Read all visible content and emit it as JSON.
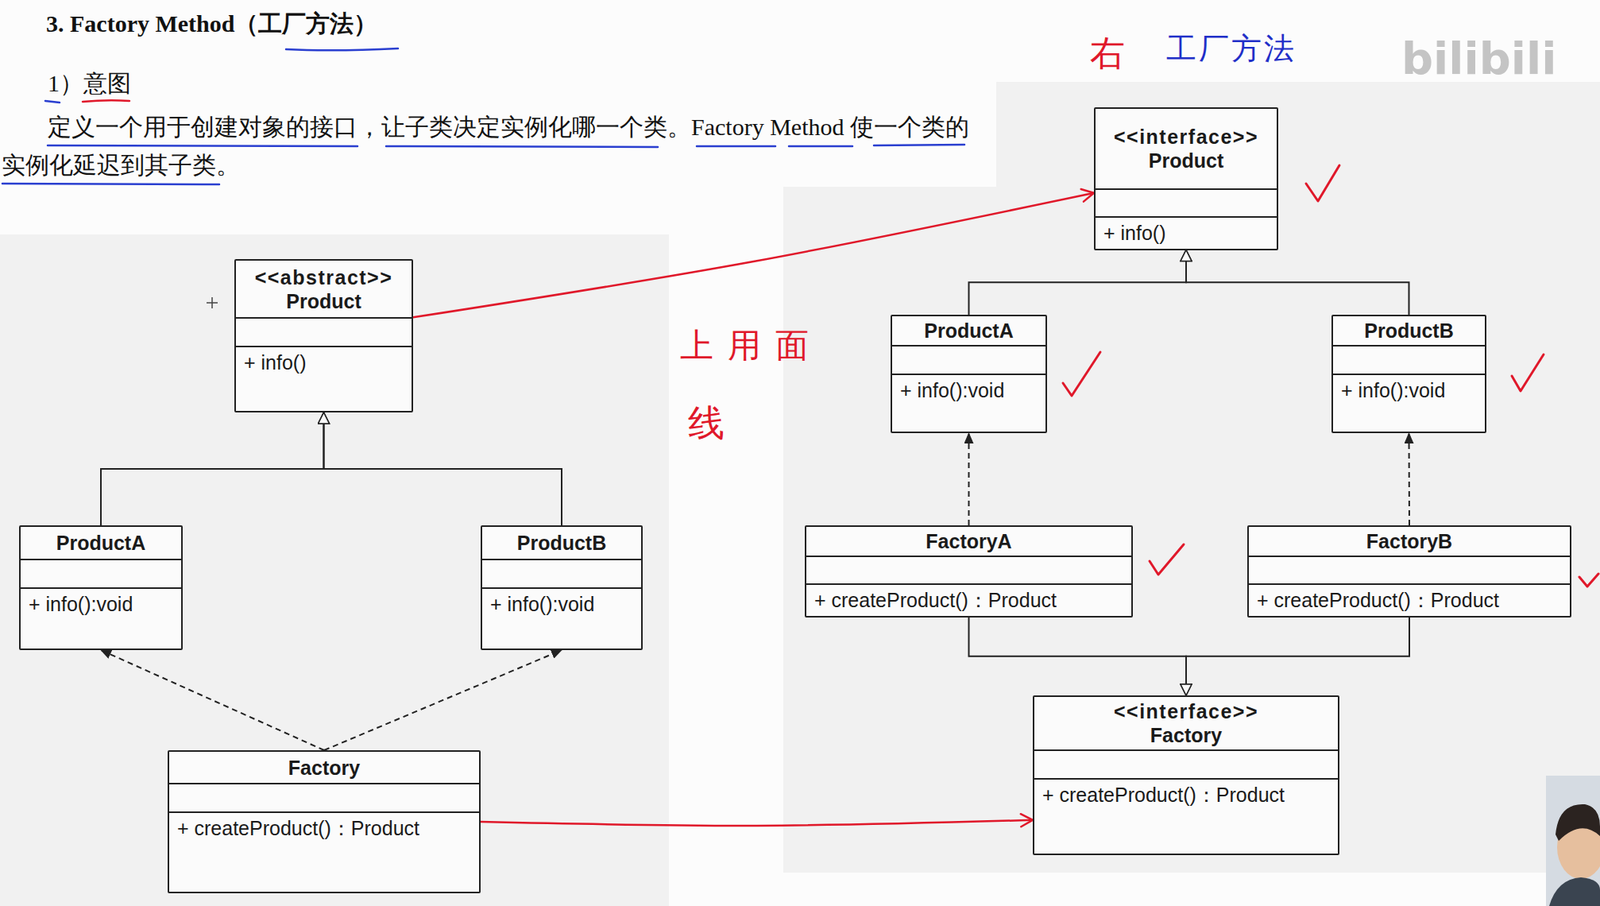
{
  "diagram": {
    "title": "3. Factory Method（工厂方法）",
    "nodes": [
      {
        "text": [
          "<<abstract>>",
          "Product",
          "+ info()"
        ]
      },
      {
        "text": [
          "ProductA",
          "+ info():void"
        ]
      },
      {
        "text": [
          "ProductB",
          "+ info():void"
        ]
      },
      {
        "text": [
          "Factory",
          "+ createProduct()：Product"
        ]
      },
      {
        "text": [
          "<<interface>>",
          "Product",
          "+ info()"
        ]
      },
      {
        "text": [
          "ProductA",
          "+ info():void"
        ]
      },
      {
        "text": [
          "ProductB",
          "+ info():void"
        ]
      },
      {
        "text": [
          "FactoryA",
          "+ createProduct()：Product"
        ]
      },
      {
        "text": [
          "FactoryB",
          "+ createProduct()：Product"
        ]
      },
      {
        "text": [
          "<<interface>>",
          "Factory",
          "+ createProduct()：Product"
        ]
      }
    ],
    "edges": [
      {
        "from": 1,
        "to": 0,
        "arrow": "to"
      },
      {
        "from": 2,
        "to": 0,
        "arrow": "to"
      },
      {
        "from": 3,
        "to": 1,
        "arrow": "to"
      },
      {
        "from": 3,
        "to": 2,
        "arrow": "to"
      },
      {
        "from": 0,
        "to": 4,
        "arrow": "to"
      },
      {
        "from": 3,
        "to": 9,
        "arrow": "to"
      },
      {
        "from": 5,
        "to": 4,
        "arrow": "to"
      },
      {
        "from": 6,
        "to": 4,
        "arrow": "to"
      },
      {
        "from": 7,
        "to": 5,
        "arrow": "to"
      },
      {
        "from": 8,
        "to": 6,
        "arrow": "to"
      },
      {
        "from": 7,
        "to": 9,
        "arrow": "to"
      },
      {
        "from": 8,
        "to": 9,
        "arrow": "to"
      }
    ],
    "labels": [
      "1）意图",
      "定义一个用于创建对象的接口，让子类决定实例化哪一个类。Factory Method 使一个类的实例化延迟到其子类。",
      "右",
      "工厂方法",
      "bilibili",
      "上用面",
      "线"
    ]
  }
}
